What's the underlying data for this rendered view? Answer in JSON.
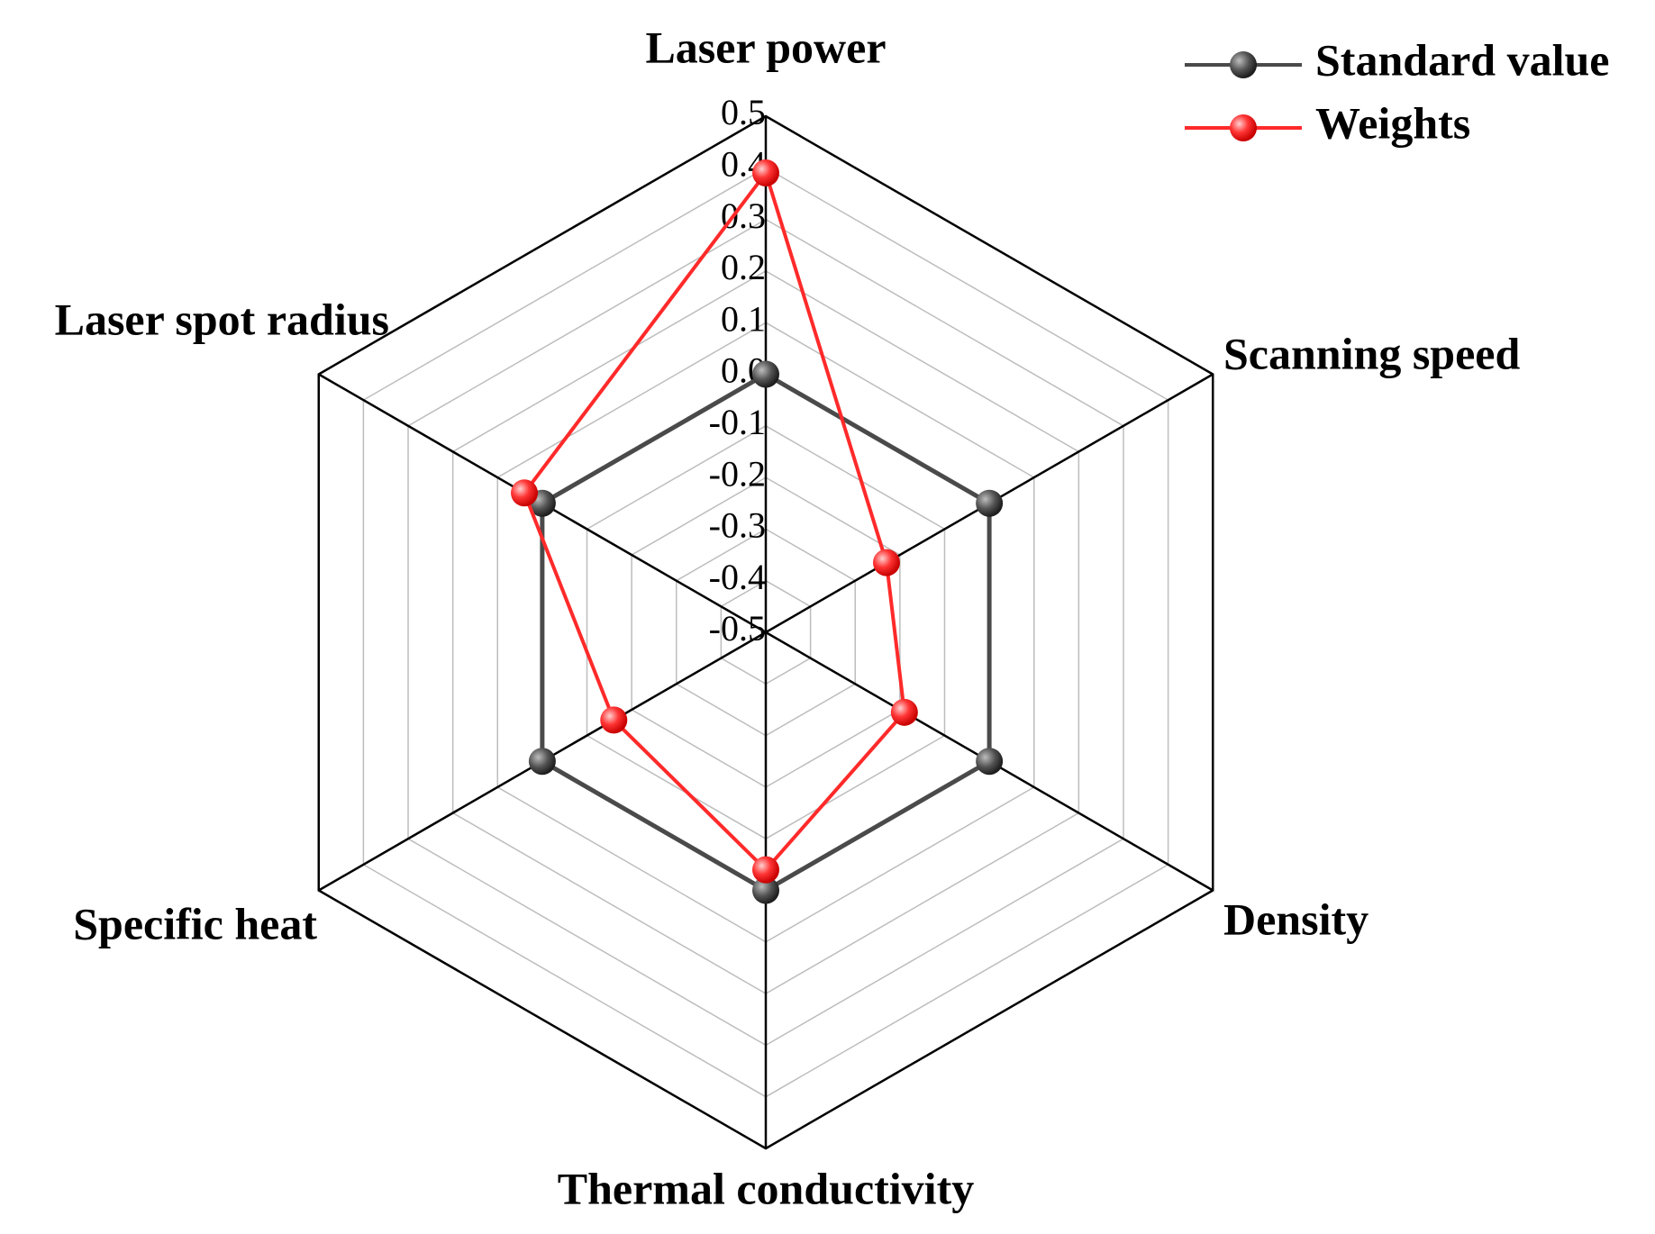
{
  "chart_data": {
    "type": "radar",
    "categories": [
      "Laser power",
      "Scanning speed",
      "Density",
      "Thermal conductivity",
      "Specific heat",
      "Laser spot radius"
    ],
    "radial_ticks": [
      "0.5",
      "0.4",
      "0.3",
      "0.2",
      "0.1",
      "0.0",
      "-0.1",
      "-0.2",
      "-0.3",
      "-0.4",
      "-0.5"
    ],
    "rlim": [
      -0.5,
      0.5
    ],
    "grid": true,
    "legend_position": "top-right",
    "series": [
      {
        "name": "Standard value",
        "color": "#4a4a4a",
        "values": [
          0.0,
          0.0,
          0.0,
          0.0,
          0.0,
          0.0
        ]
      },
      {
        "name": "Weights",
        "color": "#ff2a2a",
        "values": [
          0.39,
          -0.23,
          -0.19,
          -0.04,
          -0.16,
          0.04
        ]
      }
    ]
  }
}
